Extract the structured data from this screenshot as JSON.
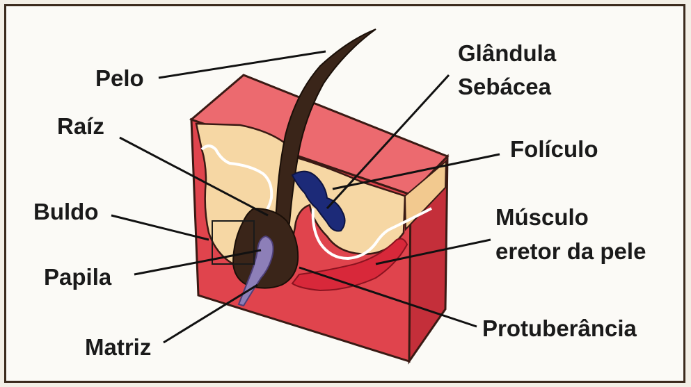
{
  "labels": {
    "pelo": "Pelo",
    "raiz": "Raíz",
    "buldo": "Buldo",
    "papila": "Papila",
    "matriz": "Matriz",
    "glandula_line1": "Glândula",
    "glandula_line2": "Sebácea",
    "foliculo": "Folículo",
    "musculo_line1": "Músculo",
    "musculo_line2": "eretor da pele",
    "protuberancia": "Protuberância"
  },
  "colors": {
    "skin_red": "#e0444d",
    "skin_top": "#ec6a6f",
    "skin_dark": "#c42f3a",
    "fat_yellow": "#f6d7a4",
    "hair_brown": "#3a2519",
    "gland_blue": "#1c2a78",
    "papilla_purple": "#8d7fb8",
    "muscle_red": "#d8283a",
    "frame": "#3b2a1c"
  }
}
